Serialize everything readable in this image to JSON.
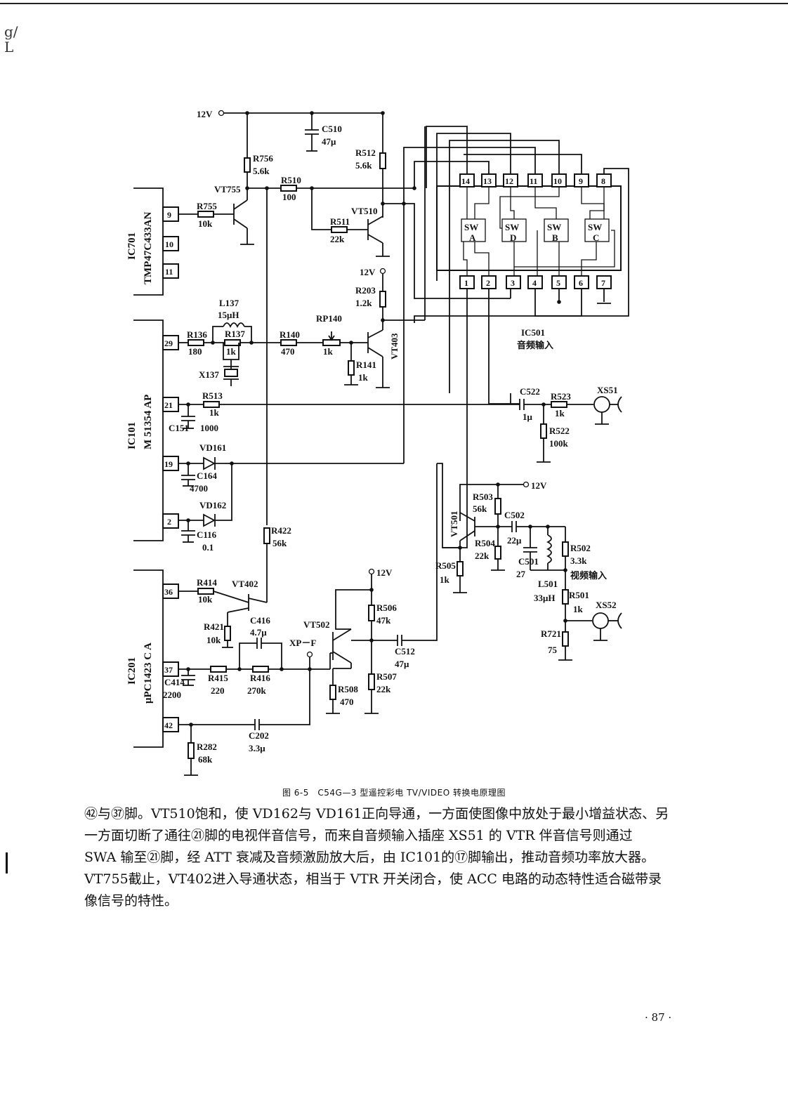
{
  "margin_scribble": "g/ L",
  "figure": {
    "caption": "图 6-5　C54G—3 型遥控彩电 TV/VIDEO 转换电原理图",
    "ics": {
      "ic701": {
        "name": "IC701",
        "part": "TMP47C433AN",
        "pins": [
          "9",
          "10",
          "11"
        ]
      },
      "ic101": {
        "name": "IC101",
        "part": "M 51354 AP",
        "pins": [
          "29",
          "21",
          "19",
          "2"
        ]
      },
      "ic201": {
        "name": "IC201",
        "part": "μPC1423 C A",
        "pins": [
          "36",
          "37",
          "42"
        ]
      },
      "ic501": {
        "name": "IC501",
        "note": "音频输入",
        "top_pins": [
          "14",
          "13",
          "12",
          "11",
          "10",
          "9",
          "8"
        ],
        "bottom_pins": [
          "1",
          "2",
          "3",
          "4",
          "5",
          "6",
          "7"
        ],
        "switches": [
          {
            "label": "SW",
            "sub": "A"
          },
          {
            "label": "SW",
            "sub": "D"
          },
          {
            "label": "SW",
            "sub": "B"
          },
          {
            "label": "SW",
            "sub": "C"
          }
        ]
      }
    },
    "supplies": {
      "v12": "12V"
    },
    "components": {
      "r756": {
        "name": "R756",
        "value": "5.6k"
      },
      "c510": {
        "name": "C510",
        "value": "47μ"
      },
      "r512": {
        "name": "R512",
        "value": "5.6k"
      },
      "vt755": {
        "name": "VT755"
      },
      "r510": {
        "name": "R510",
        "value": "100"
      },
      "r755": {
        "name": "R755",
        "value": "10k"
      },
      "vt510": {
        "name": "VT510"
      },
      "r511": {
        "name": "R511",
        "value": "22k"
      },
      "r203": {
        "name": "R203",
        "value": "1.2k"
      },
      "l137": {
        "name": "L137",
        "value": "15μH"
      },
      "r136": {
        "name": "R136",
        "value": "180"
      },
      "r137": {
        "name": "R137",
        "value": "1k"
      },
      "x137": {
        "name": "X137"
      },
      "r140": {
        "name": "R140",
        "value": "470"
      },
      "rp140": {
        "name": "RP140",
        "value": "1k"
      },
      "r141": {
        "name": "R141",
        "value": "1k"
      },
      "vt403": {
        "name": "VT403"
      },
      "r513": {
        "name": "R513",
        "value": "1k"
      },
      "c151": {
        "name": "C151",
        "value": "1000"
      },
      "vd161": {
        "name": "VD161"
      },
      "c164": {
        "name": "C164",
        "value": "4700"
      },
      "vd162": {
        "name": "VD162"
      },
      "c116": {
        "name": "C116",
        "value": "0.1"
      },
      "r422": {
        "name": "R422",
        "value": "56k"
      },
      "c522": {
        "name": "C522",
        "value": "1μ"
      },
      "r523": {
        "name": "R523",
        "value": "1k"
      },
      "r522": {
        "name": "R522",
        "value": "100k"
      },
      "xs51": {
        "name": "XS51"
      },
      "r503": {
        "name": "R503",
        "value": "56k"
      },
      "vt501": {
        "name": "VT501"
      },
      "c502": {
        "name": "C502",
        "value": "22μ"
      },
      "r504": {
        "name": "R504",
        "value": "22k"
      },
      "c501": {
        "name": "C501",
        "value": "27"
      },
      "r502": {
        "name": "R502",
        "value": "3.3k"
      },
      "l501": {
        "name": "L501",
        "value": "33μH"
      },
      "r501": {
        "name": "R501",
        "value": "1k"
      },
      "r505": {
        "name": "R505",
        "value": "1k"
      },
      "xs52": {
        "name": "XS52"
      },
      "r721": {
        "name": "R721",
        "value": "75"
      },
      "video_in": "视频输入",
      "r414": {
        "name": "R414",
        "value": "10k"
      },
      "vt402": {
        "name": "VT402"
      },
      "r421": {
        "name": "R421",
        "value": "10k"
      },
      "c416": {
        "name": "C416",
        "value": "4.7μ"
      },
      "xpf": {
        "name": "XP－F"
      },
      "vt502": {
        "name": "VT502"
      },
      "r506": {
        "name": "R506",
        "value": "47k"
      },
      "c512": {
        "name": "C512",
        "value": "47μ"
      },
      "r507": {
        "name": "R507",
        "value": "22k"
      },
      "r508": {
        "name": "R508",
        "value": "470"
      },
      "c414": {
        "name": "C414",
        "value": "2200"
      },
      "r415": {
        "name": "R415",
        "value": "220"
      },
      "r416": {
        "name": "R416",
        "value": "270k"
      },
      "c202": {
        "name": "C202",
        "value": "3.3μ"
      },
      "r282": {
        "name": "R282",
        "value": "68k"
      }
    }
  },
  "body": [
    "㊷与㊲脚。VT510饱和，使 VD162与 VD161正向导通，一方面使图像中放处于最小增益状态、另",
    "一方面切断了通往㉑脚的电视伴音信号，而来自音频输入插座 XS51 的 VTR 伴音信号则通过",
    "SWA 输至㉑脚，经 ATT 衰减及音频激励放大后，由 IC101的⑰脚输出，推动音频功率放大器。",
    "VT755截止，VT402进入导通状态，相当于 VTR 开关闭合，使 ACC 电路的动态特性适合磁带录",
    "像信号的特性。"
  ],
  "page_number": "· 87 ·"
}
